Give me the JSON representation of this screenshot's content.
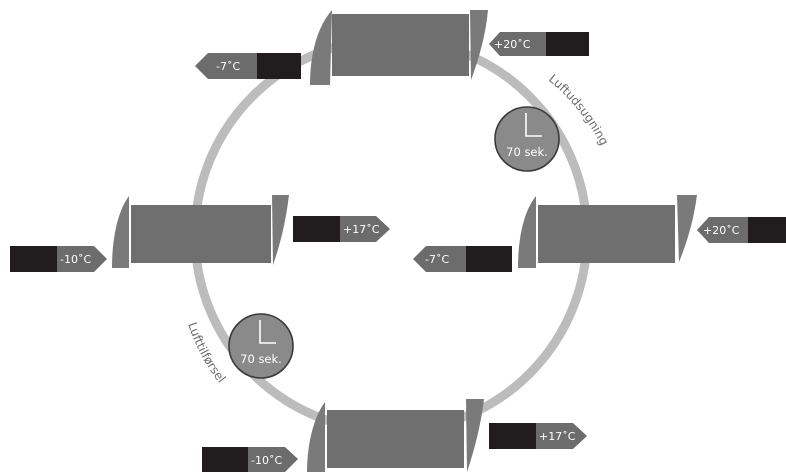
{
  "colors": {
    "ring": "#bcbcbc",
    "unit_body": "#6f6f6f",
    "unit_cap": "#7a7a7a",
    "arrow": "#6c6c6c",
    "black_box": "#211d1e",
    "timer_fill": "#8a8a8a",
    "timer_stroke": "#3a3a3a"
  },
  "temps": {
    "top_in": "+20˚C",
    "top_out": "-7˚C",
    "right_in": "+20˚C",
    "right_out": "-7˚C",
    "left_in": "-10˚C",
    "left_out": "+17˚C",
    "bottom_in": "-10˚C",
    "bottom_out": "+17˚C"
  },
  "timers": {
    "exhaust": "70 sek.",
    "supply": "70 sek."
  },
  "labels": {
    "exhaust": "Luftudsugning",
    "supply": "Lufttilførsel"
  }
}
